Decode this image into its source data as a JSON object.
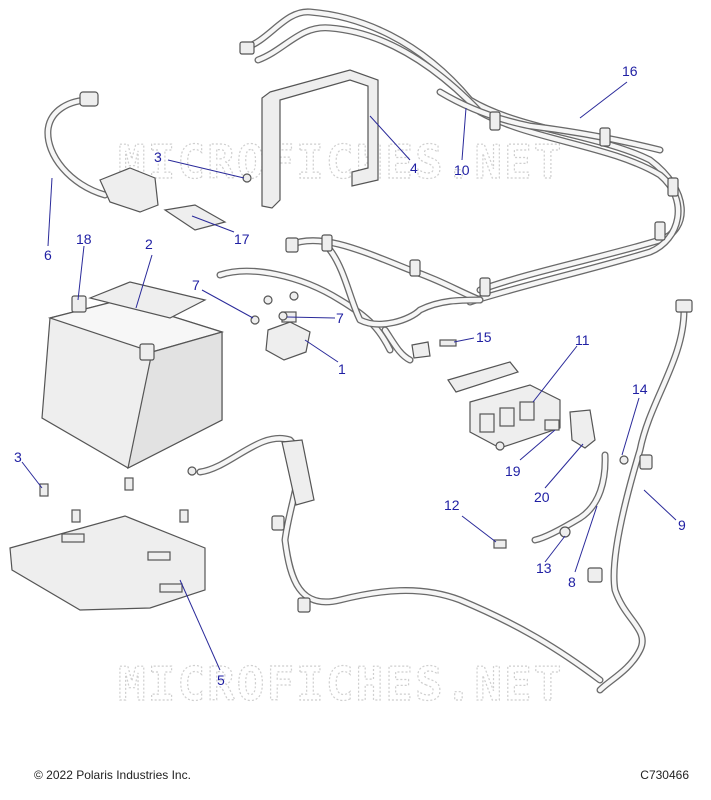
{
  "watermark": "MICROFICHES.NET",
  "footer": {
    "copyright": "© 2022 Polaris Industries Inc.",
    "figure_code": "C730466"
  },
  "callouts": {
    "c1": "1",
    "c2": "2",
    "c3a": "3",
    "c3b": "3",
    "c4": "4",
    "c5": "5",
    "c6": "6",
    "c7a": "7",
    "c7b": "7",
    "c8": "8",
    "c9": "9",
    "c10": "10",
    "c11": "11",
    "c12": "12",
    "c13": "13",
    "c14": "14",
    "c15": "15",
    "c16": "16",
    "c17": "17",
    "c18": "18",
    "c19": "19",
    "c20": "20"
  },
  "colors": {
    "callout": "#1f1fa3",
    "line": "#555555"
  }
}
